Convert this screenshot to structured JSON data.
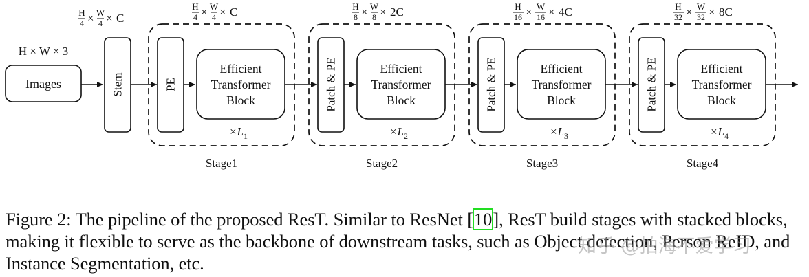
{
  "diagram": {
    "input": {
      "label": "Images",
      "dim": "H × W × 3"
    },
    "stem": {
      "label": "Stem"
    },
    "stem_dim": {
      "f1n": "H",
      "f1d": "4",
      "f2n": "W",
      "f2d": "4",
      "mult": "C"
    },
    "block_label_lines": [
      "Efficient",
      "Transformer",
      "Block"
    ],
    "stages": [
      {
        "name": "Stage1",
        "pe": "PE",
        "repeat": "×L",
        "sub": "1",
        "dim": {
          "f1n": "H",
          "f1d": "4",
          "f2n": "W",
          "f2d": "4",
          "mult": "C"
        }
      },
      {
        "name": "Stage2",
        "pe": "Patch & PE",
        "repeat": "×L",
        "sub": "2",
        "dim": {
          "f1n": "H",
          "f1d": "8",
          "f2n": "W",
          "f2d": "8",
          "mult": "2C"
        }
      },
      {
        "name": "Stage3",
        "pe": "Patch & PE",
        "repeat": "×L",
        "sub": "3",
        "dim": {
          "f1n": "H",
          "f1d": "16",
          "f2n": "W",
          "f2d": "16",
          "mult": "4C"
        }
      },
      {
        "name": "Stage4",
        "pe": "Patch & PE",
        "repeat": "×L",
        "sub": "4",
        "dim": {
          "f1n": "H",
          "f1d": "32",
          "f2n": "W",
          "f2d": "32",
          "mult": "8C"
        }
      }
    ]
  },
  "caption": {
    "part1": "Figure 2: The pipeline of the proposed ResT. Similar to ResNet [",
    "ref": "10",
    "part2": "], ResT build stages with stacked blocks, making it flexible to serve as the backbone of downstream tasks, such as Object detection, Person ReID, and Instance Segmentation, etc."
  },
  "watermark": "知乎 @拍海不爱学习"
}
